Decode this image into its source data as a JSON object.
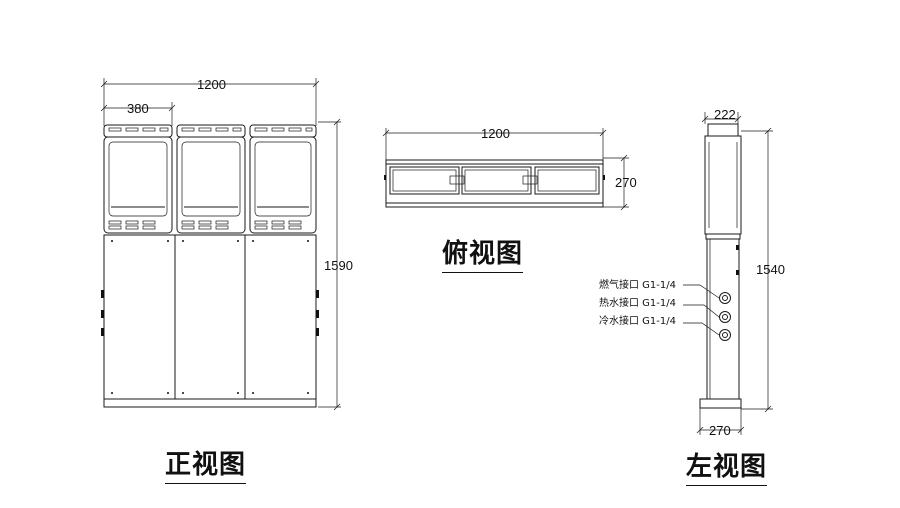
{
  "titles": {
    "front": "正视图",
    "top": "俯视图",
    "left": "左视图"
  },
  "front_view": {
    "width_dim": "1200",
    "module_dim": "380",
    "height_dim": "1590"
  },
  "top_view": {
    "width_dim": "1200",
    "depth_dim": "270"
  },
  "left_view": {
    "top_width_dim": "222",
    "height_dim": "1540",
    "base_width_dim": "270",
    "connections": [
      "燃气接口 G1-1/4",
      "热水接口 G1-1/4",
      "冷水接口 G1-1/4"
    ]
  }
}
